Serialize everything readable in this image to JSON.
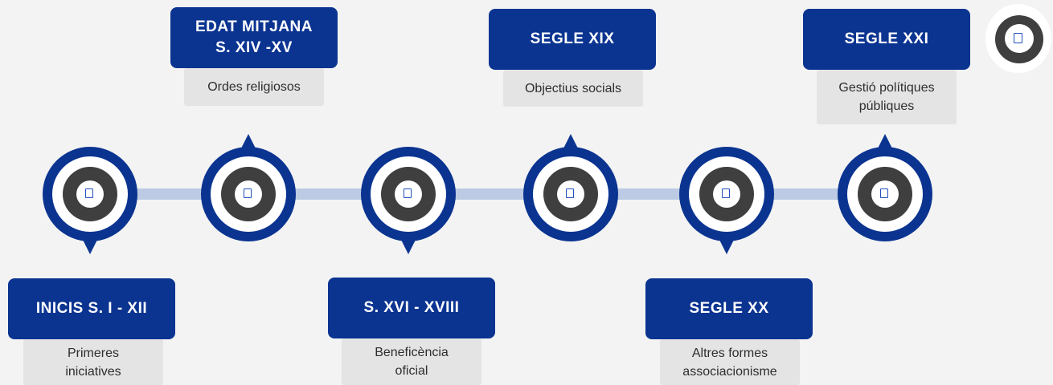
{
  "milestones": [
    {
      "period": "INICIS S. I - XII",
      "description": "Primeres\niniciatives",
      "icon": "milestone-icon"
    },
    {
      "period": "EDAT MITJANA\nS. XIV -XV",
      "description": "Ordes religiosos",
      "icon": "milestone-icon"
    },
    {
      "period": "S. XVI - XVIII",
      "description": "Beneficència\noficial",
      "icon": "milestone-icon"
    },
    {
      "period": "SEGLE XIX",
      "description": "Objectius socials",
      "icon": "milestone-icon"
    },
    {
      "period": "SEGLE XX",
      "description": "Altres formes\nassociacionisme",
      "icon": "milestone-icon"
    },
    {
      "period": "SEGLE XXI",
      "description": "Gestió polítiques\npúbliques",
      "icon": "milestone-icon"
    }
  ],
  "colors": {
    "primary": "#0b3491",
    "connector": "#bccbe3",
    "description_bg": "#e4e4e4",
    "background": "#f3f3f3"
  }
}
